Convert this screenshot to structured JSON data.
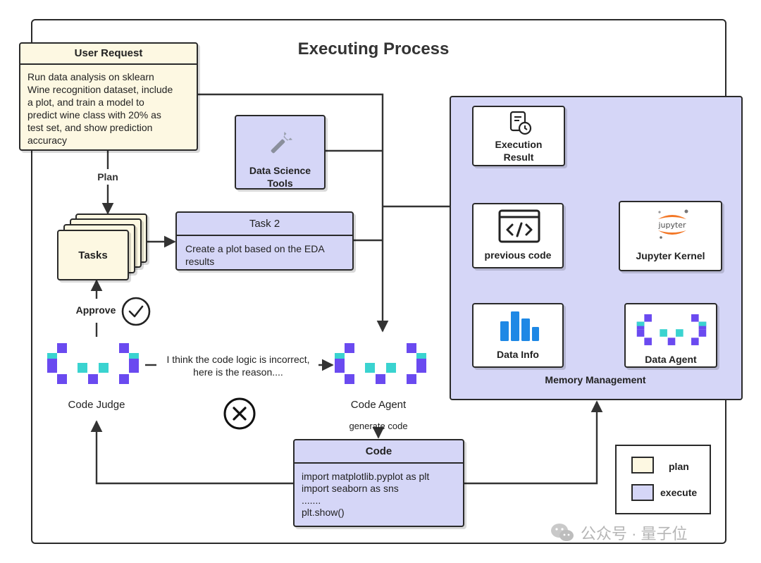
{
  "title": "Executing Process",
  "user_request": {
    "heading": "User Request",
    "lines": [
      "Run data analysis on sklearn",
      "Wine recognition dataset, include",
      "a plot, and train a model to",
      "predict wine class with 20% as",
      "test set, and show prediction",
      "accuracy"
    ]
  },
  "plan_label": "Plan",
  "tasks_label": "Tasks",
  "data_science_tools": [
    "Data Science",
    "Tools"
  ],
  "task2": {
    "heading": "Task 2",
    "lines": [
      "Create a plot based on the EDA",
      "results"
    ]
  },
  "approve_label": "Approve",
  "feedback": [
    "I think the code logic is incorrect,",
    "here is the reason...."
  ],
  "code_judge_label": "Code Judge",
  "code_agent_label": "Code Agent",
  "generate_code_label": "generate code",
  "code": {
    "heading": "Code",
    "lines": [
      "import matplotlib.pyplot as plt",
      "import seaborn as sns",
      ".......",
      "plt.show()"
    ]
  },
  "memory": {
    "label": "Memory Management",
    "execution_result": [
      "Execution",
      "Result"
    ],
    "previous_code": "previous code",
    "jupyter_kernel": "Jupyter Kernel",
    "jupyter_logo": "jupyter",
    "data_info": "Data Info",
    "data_agent": "Data Agent"
  },
  "legend": {
    "plan": "plan",
    "execute": "execute"
  },
  "watermark": "公众号 · 量子位",
  "colors": {
    "plan": "#fdf8e2",
    "execute": "#d5d6f7",
    "agent_purple": "#6a4af0",
    "agent_cyan": "#3ad3d0",
    "chart_blue": "#1e88e5",
    "jupyter_orange": "#f37726"
  }
}
